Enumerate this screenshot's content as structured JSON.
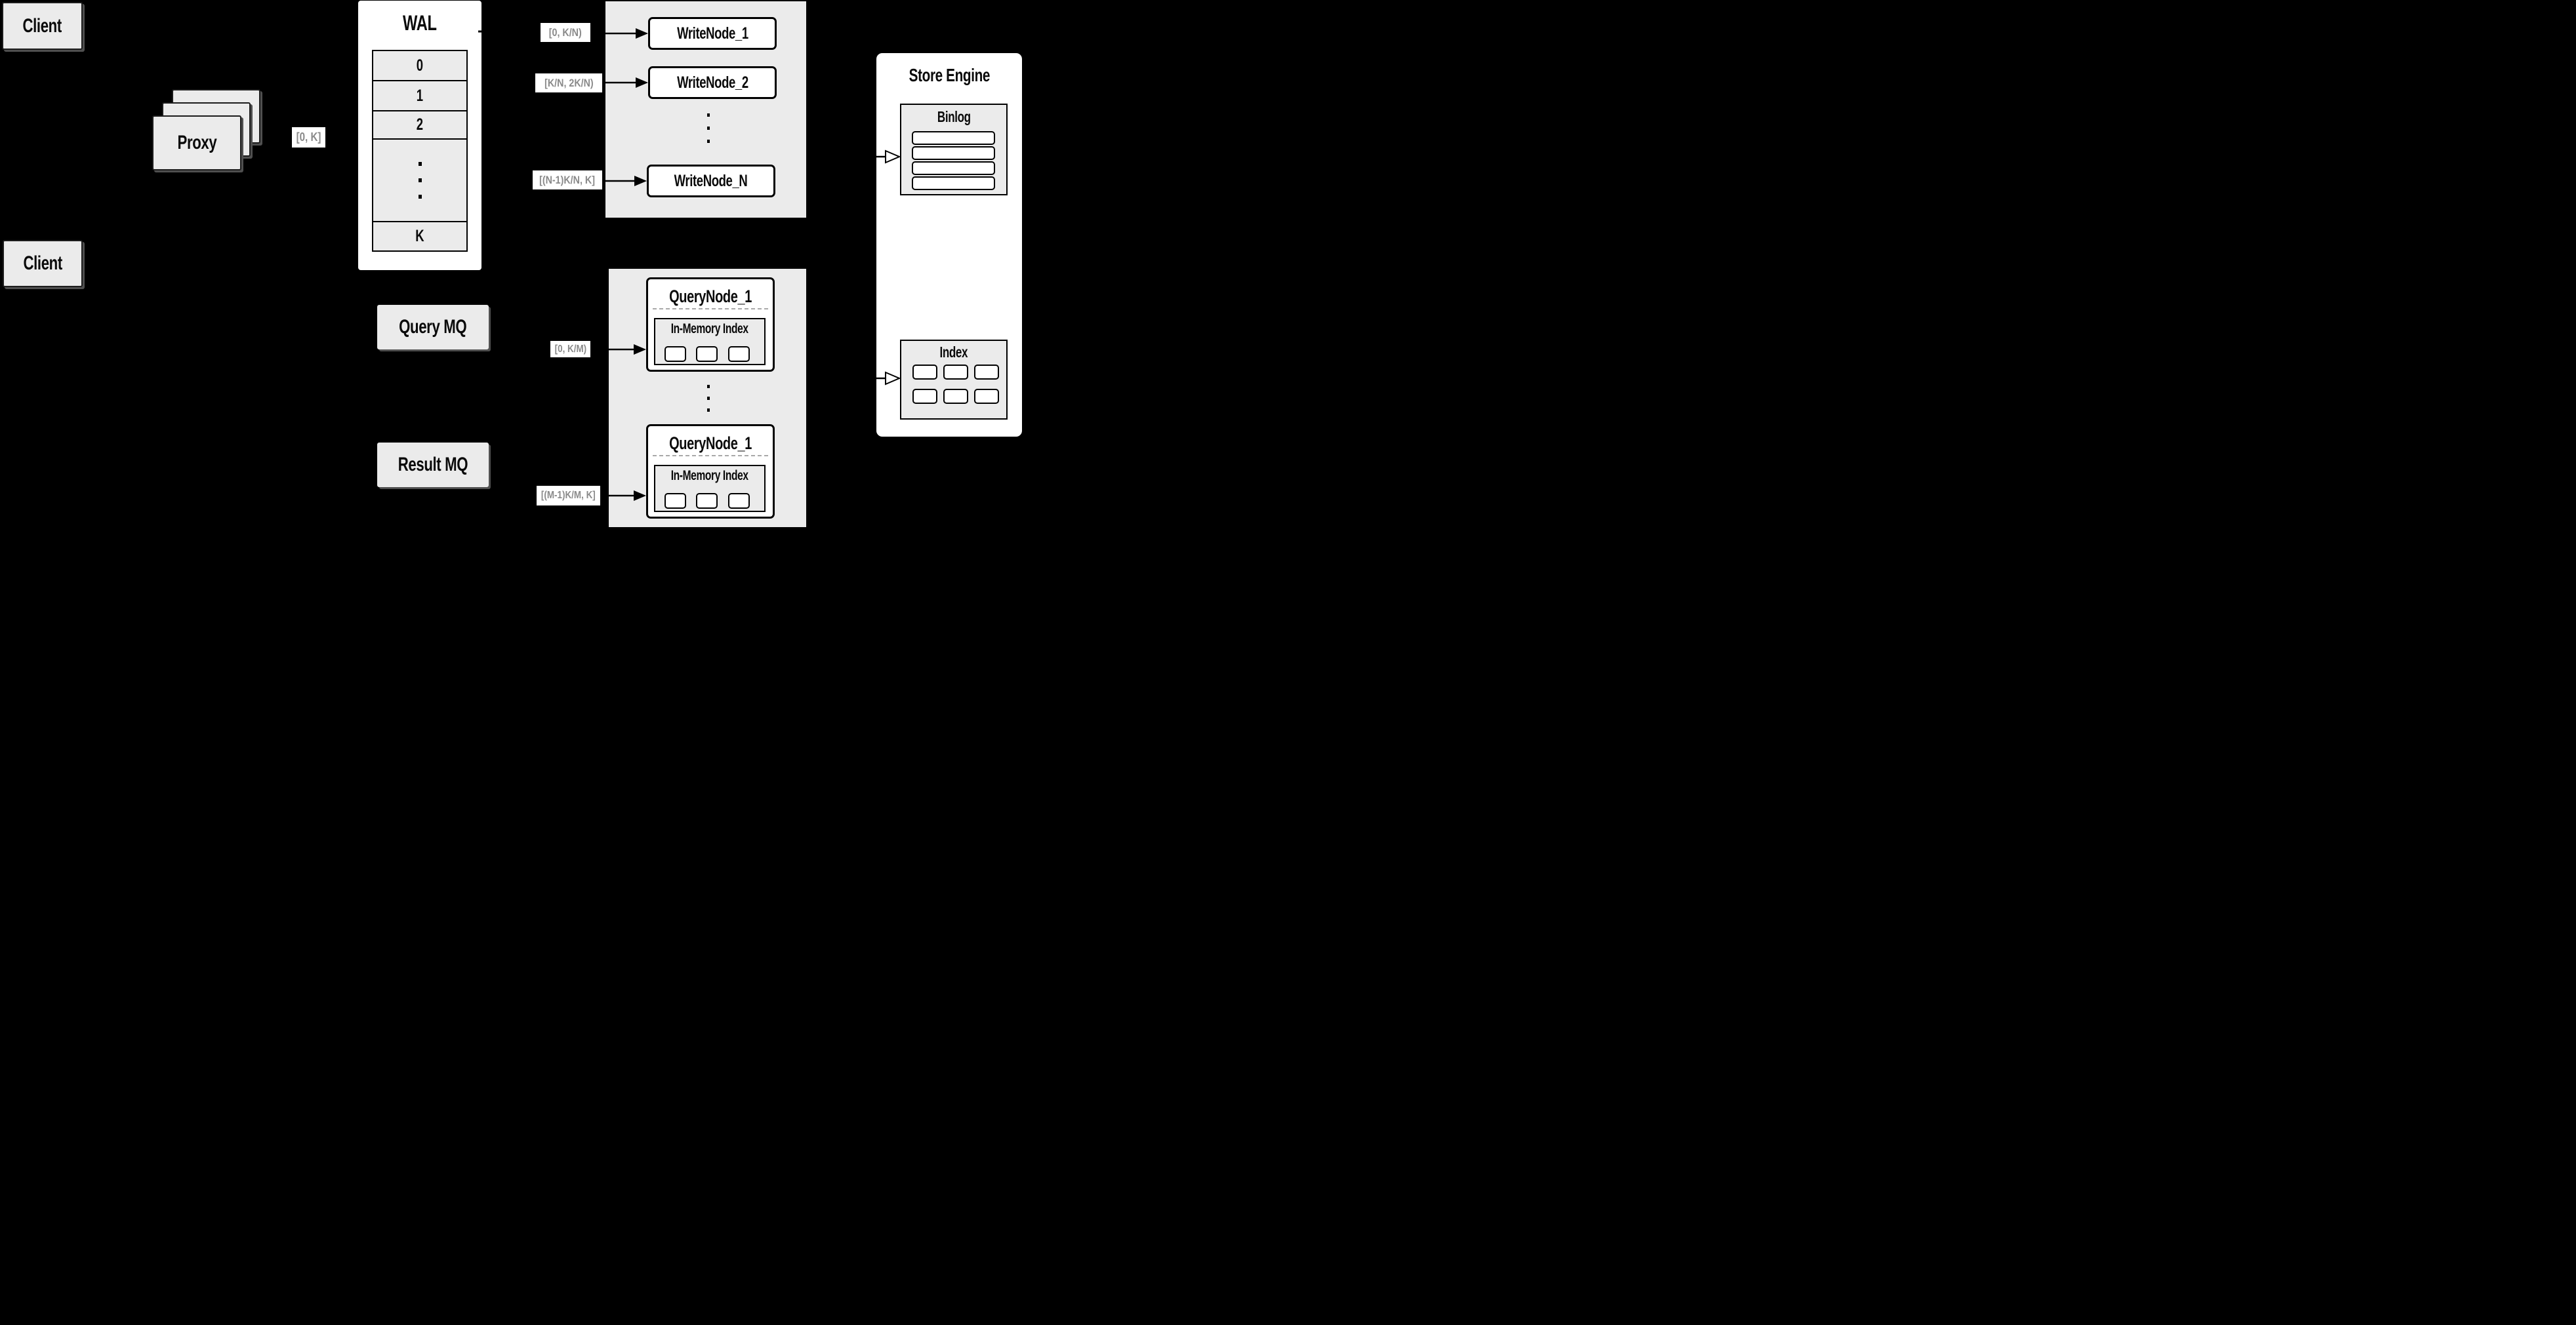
{
  "diagram": {
    "clients": {
      "top": "Client",
      "bottom": "Client"
    },
    "proxy": {
      "title": "Proxy",
      "range_out": "[0, K]"
    },
    "wal": {
      "title": "WAL",
      "rows": [
        "0",
        "1",
        "2",
        "K"
      ]
    },
    "write_section": {
      "nodes": [
        "WriteNode_1",
        "WriteNode_2",
        "WriteNode_N"
      ],
      "ranges": [
        "[0, K/N)",
        "[K/N, 2K/N)",
        "[(N-1)K/N, K]"
      ]
    },
    "store_engine": {
      "title": "Store Engine",
      "binlog": "Binlog",
      "index": "Index"
    },
    "query_section": {
      "nodes": [
        {
          "title": "QueryNode_1",
          "memory": "In-Memory Index"
        },
        {
          "title": "QueryNode_1",
          "memory": "In-Memory Index"
        }
      ],
      "ranges": [
        "[0, K/M)",
        "[(M-1)K/M, K]"
      ]
    },
    "mq": {
      "query": "Query MQ",
      "result": "Result MQ"
    },
    "colors": {
      "background": "#000000",
      "box_fill": "#ebebeb",
      "panel_fill": "#ffffff",
      "line": "#000000",
      "range_text": "#8a8a8a"
    }
  }
}
